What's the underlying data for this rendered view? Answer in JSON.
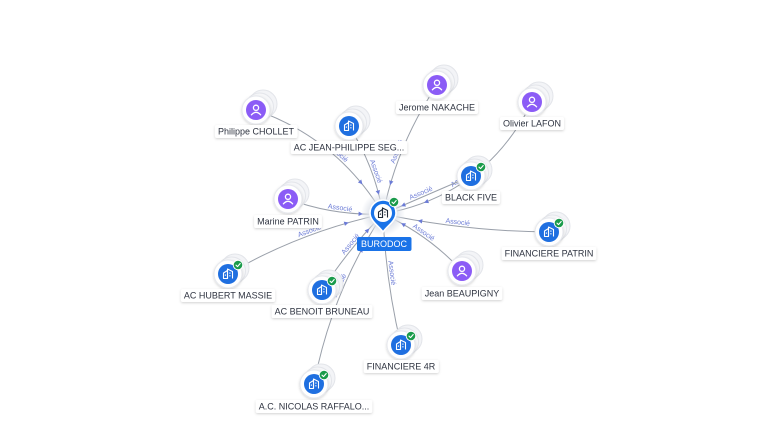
{
  "colors": {
    "company": "#1f6fe0",
    "person": "#8b5cf6",
    "center": "#1a73e8",
    "check": "#1a9b4b",
    "edge": "#9aa0aa",
    "edge_label": "#6b7bd6"
  },
  "center": {
    "id": "burodoc",
    "label": "BURODOC",
    "type": "company",
    "verified": true,
    "icon": "building-icon"
  },
  "edge_label": "Associé",
  "nodes": [
    {
      "id": "philippe-chollet",
      "label": "Philippe CHOLLET",
      "type": "person",
      "verified": false,
      "icon": "person-icon"
    },
    {
      "id": "ac-jean-philippe",
      "label": "AC JEAN-PHILIPPE SEG...",
      "type": "company",
      "verified": false,
      "icon": "building-icon"
    },
    {
      "id": "jerome-nakache",
      "label": "Jerome NAKACHE",
      "type": "person",
      "verified": false,
      "icon": "person-icon"
    },
    {
      "id": "olivier-lafon",
      "label": "Olivier LAFON",
      "type": "person",
      "verified": false,
      "icon": "person-icon"
    },
    {
      "id": "black-five",
      "label": "BLACK FIVE",
      "type": "company",
      "verified": true,
      "icon": "building-icon"
    },
    {
      "id": "marine-patrin",
      "label": "Marine PATRIN",
      "type": "person",
      "verified": false,
      "icon": "person-icon"
    },
    {
      "id": "financiere-patrin",
      "label": "FINANCIERE PATRIN",
      "type": "company",
      "verified": true,
      "icon": "building-icon"
    },
    {
      "id": "ac-hubert-massie",
      "label": "AC HUBERT MASSIE",
      "type": "company",
      "verified": true,
      "icon": "building-icon"
    },
    {
      "id": "jean-beaupigny",
      "label": "Jean BEAUPIGNY",
      "type": "person",
      "verified": false,
      "icon": "person-icon"
    },
    {
      "id": "ac-benoit-bruneau",
      "label": "AC BENOIT BRUNEAU",
      "type": "company",
      "verified": true,
      "icon": "building-icon"
    },
    {
      "id": "financiere-4r",
      "label": "FINANCIERE 4R",
      "type": "company",
      "verified": true,
      "icon": "building-icon"
    },
    {
      "id": "ac-nicolas-raffalo",
      "label": "A.C. NICOLAS RAFFALO...",
      "type": "company",
      "verified": true,
      "icon": "building-icon"
    }
  ]
}
